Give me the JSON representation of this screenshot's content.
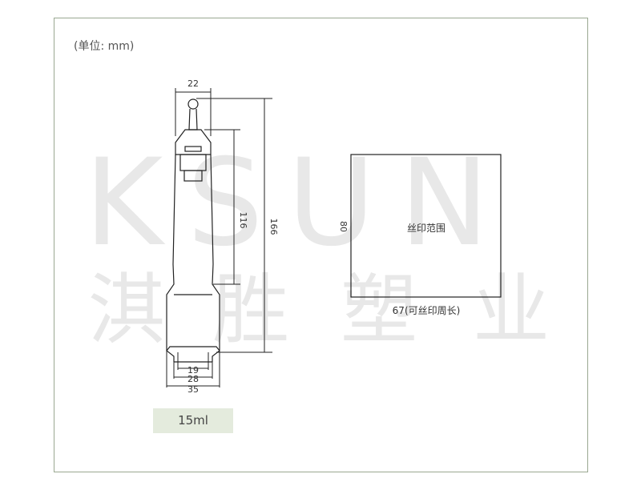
{
  "header": {
    "unit_label": "(单位:  mm)"
  },
  "watermark": {
    "latin": "KSUN",
    "chinese": [
      "淇",
      "胜",
      "塑",
      "业"
    ]
  },
  "bottle": {
    "dims": {
      "cap_width": "22",
      "height_body": "116",
      "height_total": "166",
      "base_inner": "19",
      "base_mid": "28",
      "base_outer": "35"
    }
  },
  "print_area": {
    "label": "丝印范围",
    "height": "80",
    "width_label": "67(可丝印周长)"
  },
  "volume": "15ml",
  "colors": {
    "frame": "#9aa891",
    "badge": "#e4ebdd",
    "line": "#222222"
  }
}
